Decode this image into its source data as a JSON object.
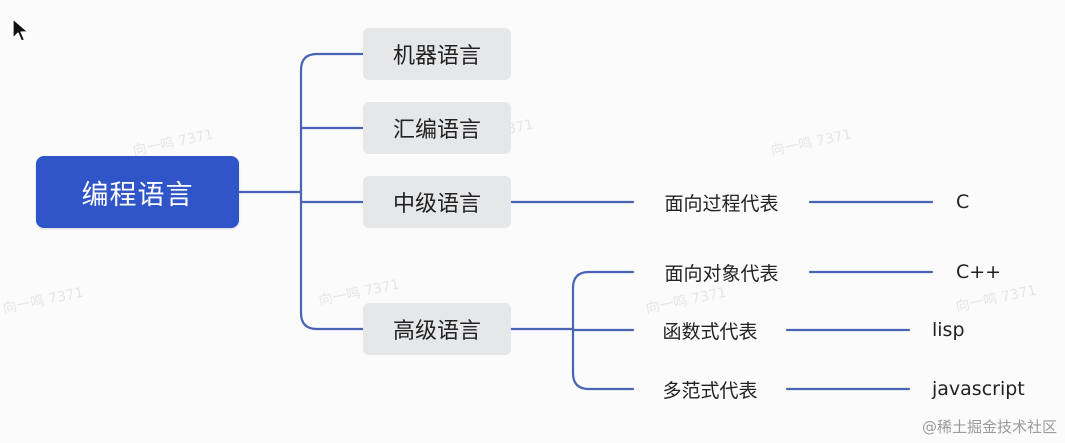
{
  "root": {
    "label": "编程语言"
  },
  "level1": [
    {
      "label": "机器语言"
    },
    {
      "label": "汇编语言"
    },
    {
      "label": "中级语言"
    },
    {
      "label": "高级语言"
    }
  ],
  "level2": [
    {
      "label": "面向过程代表"
    },
    {
      "label": "面向对象代表"
    },
    {
      "label": "函数式代表"
    },
    {
      "label": "多范式代表"
    }
  ],
  "level3": [
    {
      "label": "C"
    },
    {
      "label": "C++"
    },
    {
      "label": "lisp"
    },
    {
      "label": "javascript"
    }
  ],
  "watermark": {
    "text": "向一鸣 7371"
  },
  "credit": {
    "text": "@稀土掘金技术社区"
  },
  "colors": {
    "connector": "#4a64b5",
    "root_bg": "#2f55c8",
    "node_bg": "#e6e7e9"
  }
}
